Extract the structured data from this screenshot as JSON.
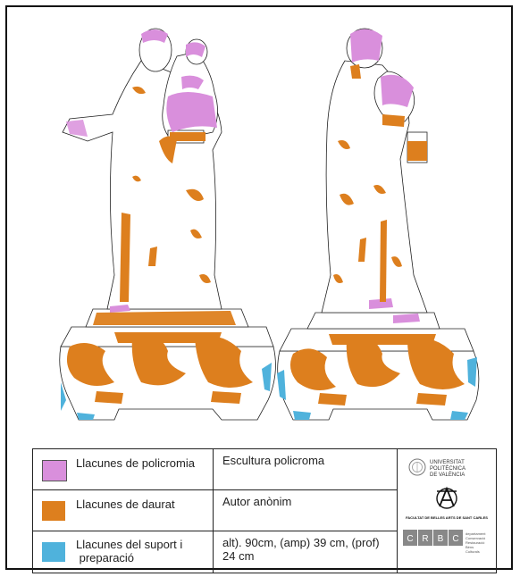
{
  "legend": {
    "rows": [
      {
        "swatch_color": "#d98fdc",
        "label": "Llacunes de policromia",
        "value": "Escultura policroma"
      },
      {
        "swatch_color": "#dd7f1e",
        "label": "Llacunes de daurat",
        "value": "Autor anònim"
      },
      {
        "swatch_color": "#4fb2dc",
        "label": "Llacunes del suport i\n preparació",
        "value": "alt). 90cm, (amp) 39 cm, (prof)\n24 cm"
      }
    ]
  },
  "logos": {
    "upv_lines": [
      "UNIVERSITAT",
      "POLITÈCNICA",
      "DE VALÈNCIA"
    ],
    "bbaa_caption": "FACULTAT DE BELLES ARTS DE SANT CARLES",
    "crbc_letters": [
      "C",
      "R",
      "B",
      "C"
    ],
    "crbc_lines": [
      "departament",
      "Conservació",
      "Restauració",
      "Béns",
      "Culturals"
    ]
  },
  "colors": {
    "polychromy_loss": "#d98fdc",
    "gilding_loss": "#dd7f1e",
    "support_loss": "#4fb2dc"
  }
}
